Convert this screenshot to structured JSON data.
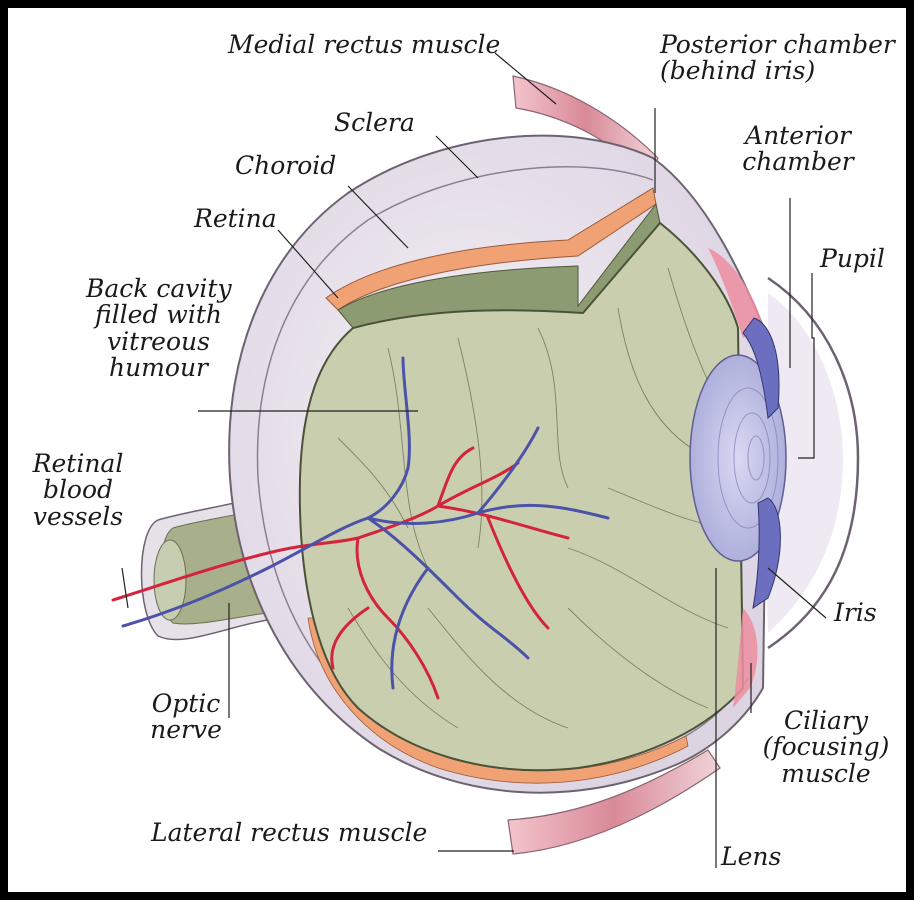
{
  "labels": {
    "medial_rectus": "Medial rectus muscle",
    "posterior_chamber": [
      "Posterior chamber",
      "(behind iris)"
    ],
    "sclera": "Sclera",
    "anterior_chamber": [
      "Anterior",
      "chamber"
    ],
    "choroid": "Choroid",
    "retina": "Retina",
    "pupil": "Pupil",
    "back_cavity": [
      "Back cavity",
      "filled with",
      "vitreous",
      "humour"
    ],
    "retinal_vessels": [
      "Retinal",
      "blood",
      "vessels"
    ],
    "iris": "Iris",
    "optic_nerve": [
      "Optic",
      "nerve"
    ],
    "ciliary": [
      "Ciliary",
      "(focusing)",
      "muscle"
    ],
    "lateral_rectus": "Lateral rectus muscle",
    "lens": "Lens"
  },
  "colors": {
    "background": "#000000",
    "panel": "#ffffff",
    "sclera": "#ece6ee",
    "vitreous": "#c9cfae",
    "choroid": "#f1a275",
    "retina": "#8d9b73",
    "artery": "#d4243c",
    "vein": "#4c52a8",
    "iris": "#6c6fc0",
    "lens": "#c9c9ea",
    "muscle": "#d98a98"
  }
}
